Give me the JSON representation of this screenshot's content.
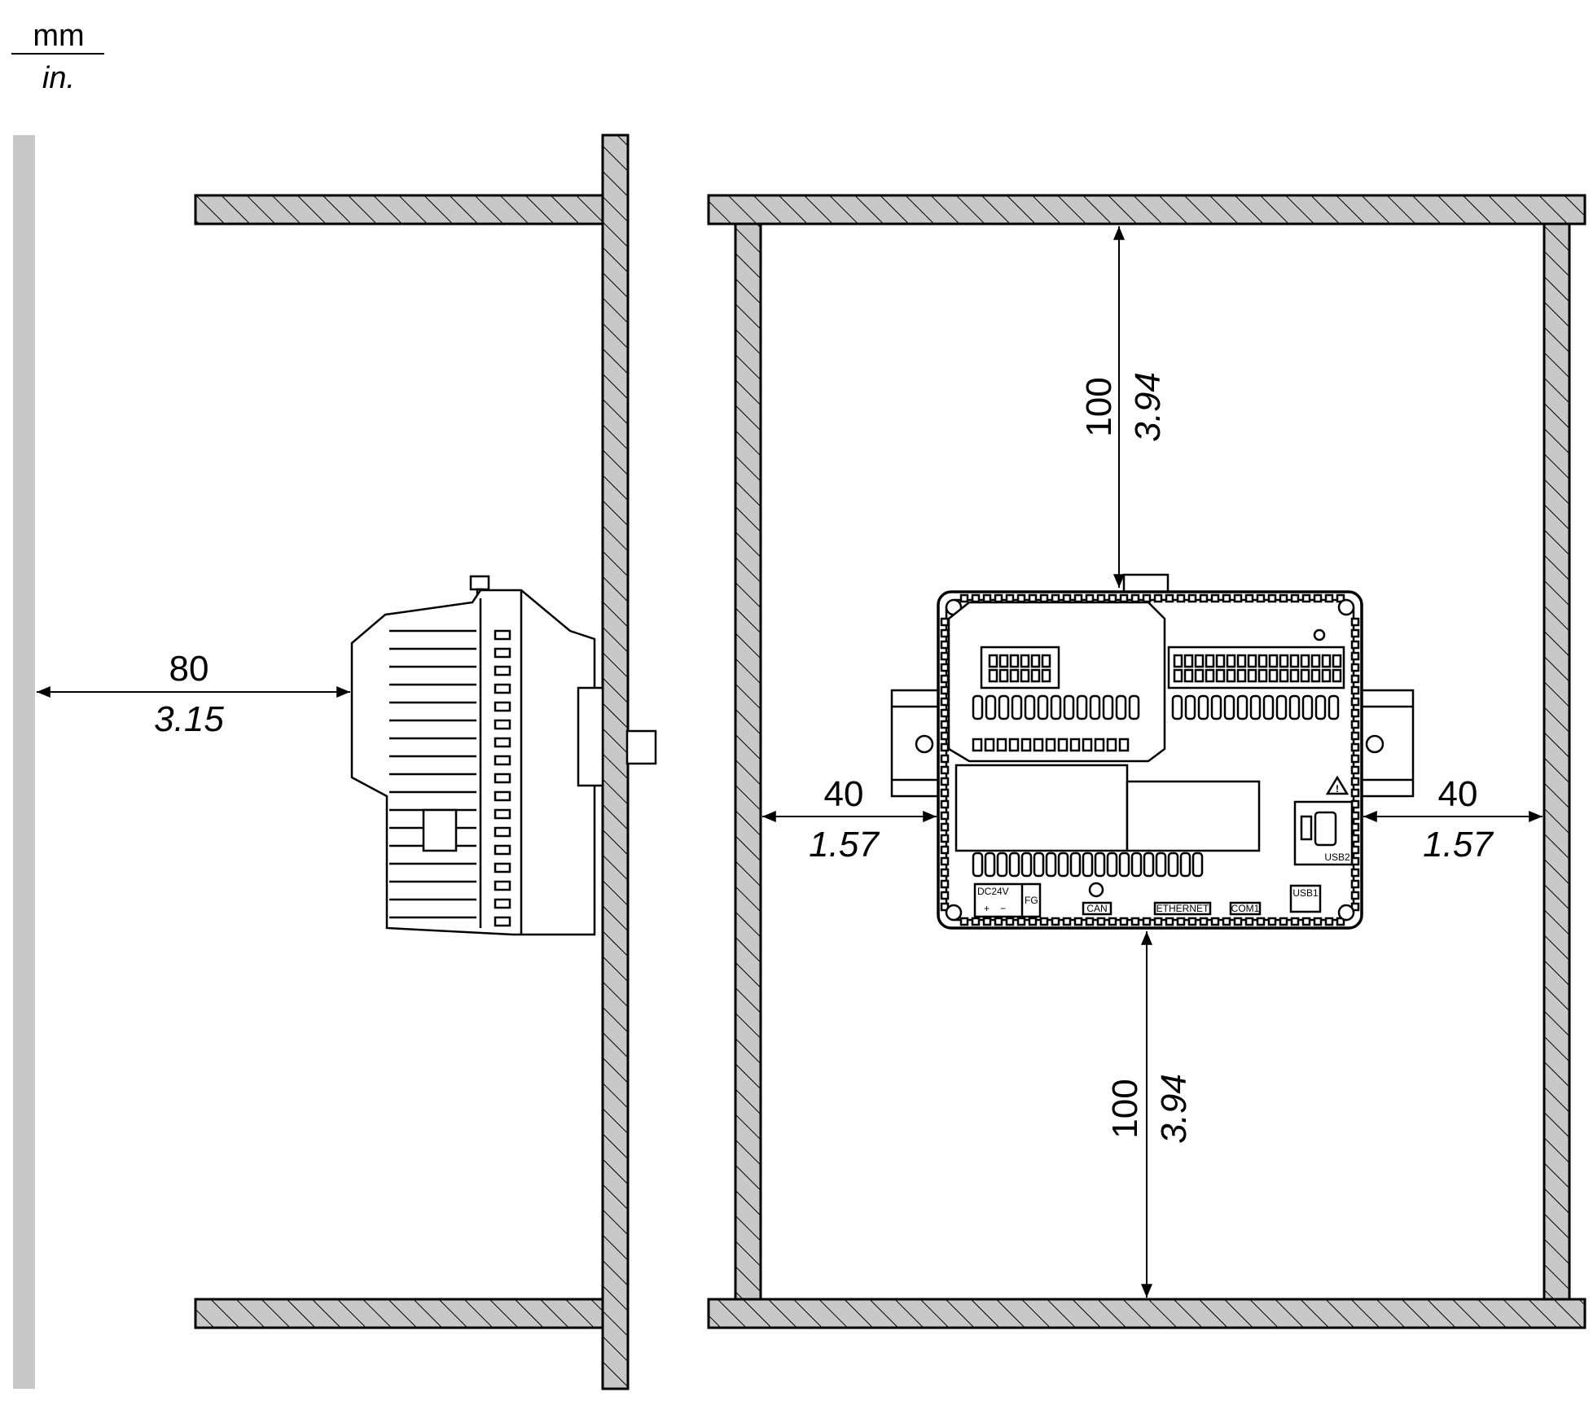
{
  "units": {
    "primary": "mm",
    "secondary": "in."
  },
  "dimensions": {
    "side_left": {
      "mm": "80",
      "in": "3.15"
    },
    "front_top": {
      "mm": "100",
      "in": "3.94"
    },
    "front_left": {
      "mm": "40",
      "in": "1.57"
    },
    "front_right": {
      "mm": "40",
      "in": "1.57"
    },
    "front_bottom": {
      "mm": "100",
      "in": "3.94"
    }
  },
  "device_labels": {
    "power": "DC24V",
    "fg": "FG",
    "plus": "+",
    "minus": "−",
    "can": "CAN",
    "ethernet": "ETHERNET",
    "com1": "COM1",
    "usb1": "USB1",
    "usb2": "USB2",
    "warning": "!"
  },
  "colors": {
    "wall_fill": "#c8c8c8",
    "outline": "#000000",
    "background": "#ffffff"
  }
}
